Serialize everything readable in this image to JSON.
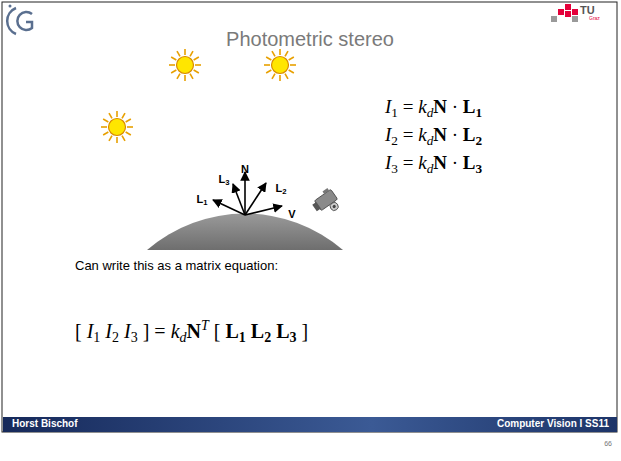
{
  "diagram": {
    "title": "Photometric stereo",
    "labels": [
      "N",
      "L3",
      "L1",
      "L2",
      "V",
      "I1 = kdN · L1",
      "I2 = kdN · L2",
      "I3 = kdN · L3",
      "Can write this as a matrix equation:",
      "[ I1 I2 I3 ] = kdNT [ L1 L2 L3 ]",
      "Horst Bischof",
      "Computer Vision I SS11",
      "66",
      "TU",
      "Graz"
    ]
  }
}
